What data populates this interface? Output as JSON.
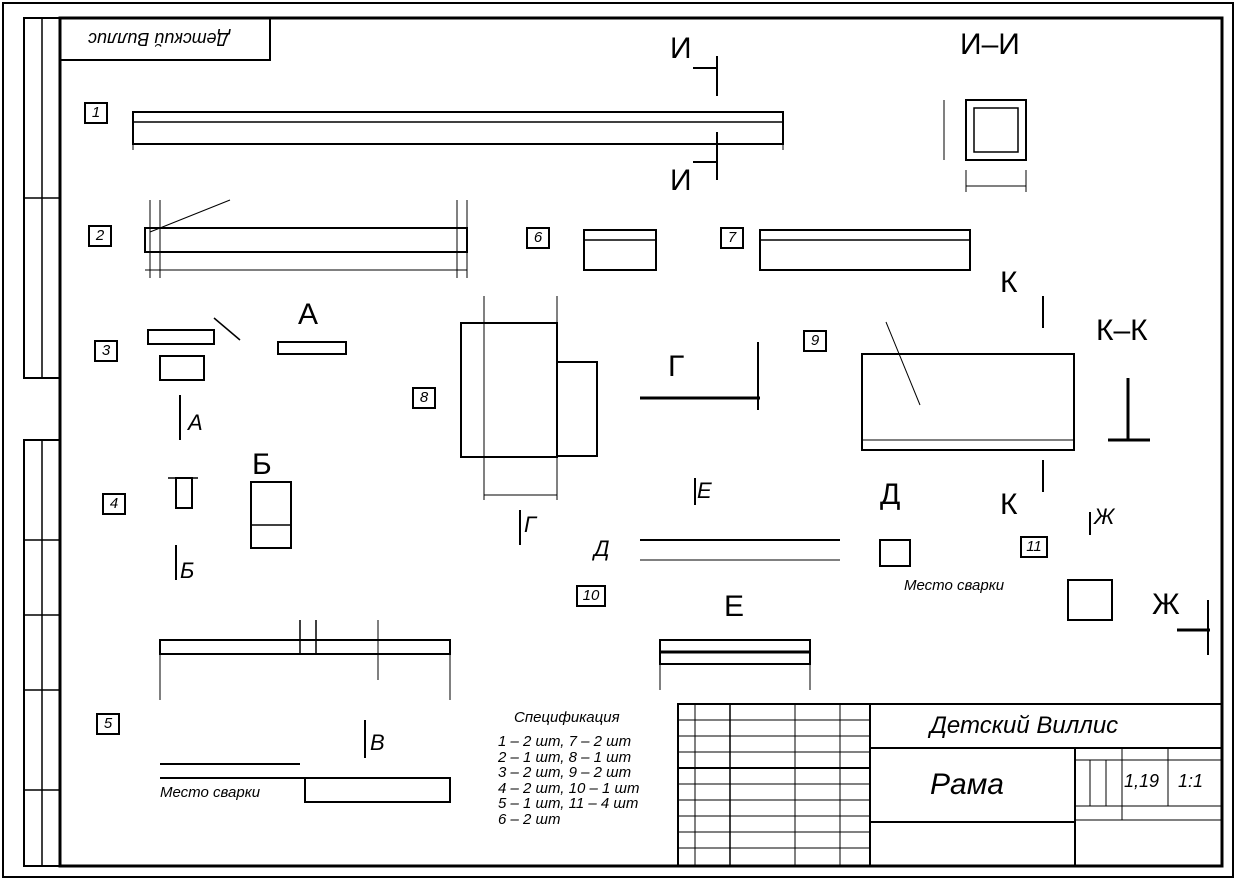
{
  "stamp_top_left": "Детский Виллис",
  "part_numbers": [
    "1",
    "2",
    "3",
    "4",
    "5",
    "6",
    "7",
    "8",
    "9",
    "10",
    "11"
  ],
  "section_labels": {
    "I_top": "И",
    "I_bottom": "И",
    "I_section": "И–И",
    "A_view": "А",
    "A_arrow": "А",
    "B_view": "Б",
    "B_arrow": "Б",
    "V_arrow": "В",
    "G_view": "Г",
    "G_arrow": "Г",
    "D_view": "Д",
    "D_arrow": "Д",
    "E_arrow": "Е",
    "E_view": "Е",
    "K_top": "К",
    "K_bottom": "К",
    "K_section": "К–К",
    "Zh_arrow": "Ж",
    "Zh_view": "Ж"
  },
  "weld_labels": {
    "weld_place_1": "Место сварки",
    "weld_place_2": "Место сварки"
  },
  "specification": {
    "heading": "Спецификация",
    "lines": [
      "1 – 2 шт, 7 – 2 шт",
      "2 – 1 шт, 8 – 1 шт",
      "3 – 2 шт, 9 – 2 шт",
      "4 – 2 шт, 10 – 1 шт",
      "5 – 1 шт, 11 – 4 шт",
      "6 – 2 шт"
    ]
  },
  "title_block": {
    "project": "Детский Виллис",
    "part_name": "Рама",
    "mass": "1,19",
    "scale": "1:1"
  },
  "colors": {
    "line": "#000000",
    "background": "#ffffff"
  }
}
